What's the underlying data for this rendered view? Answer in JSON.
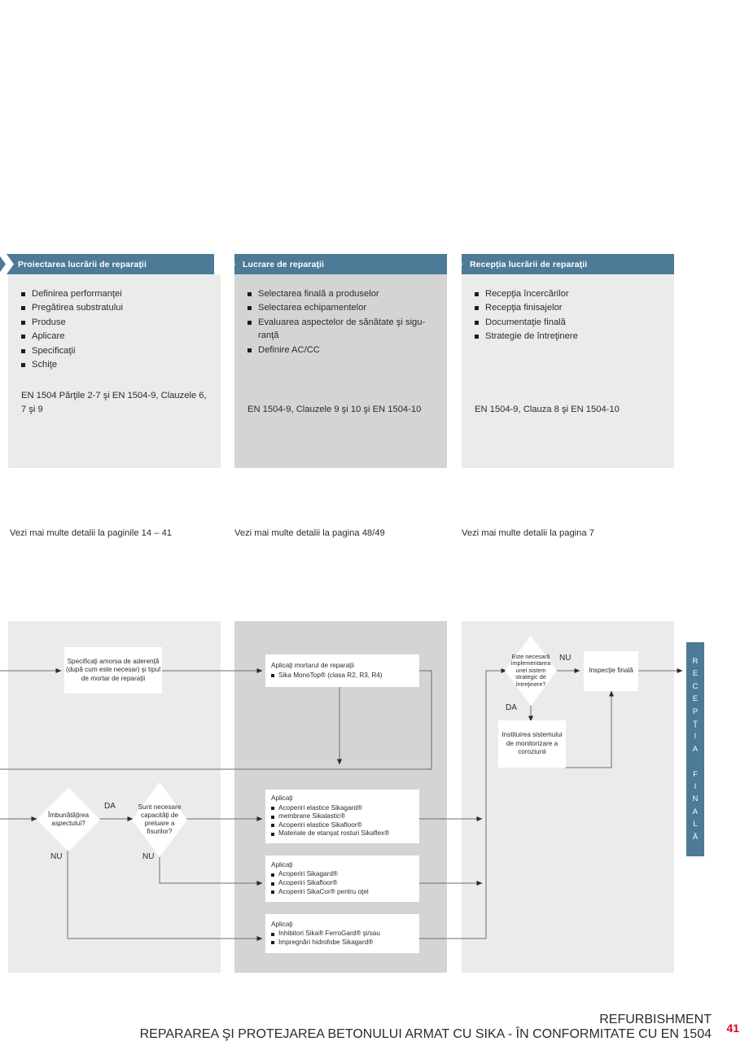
{
  "columns": [
    {
      "header": "Proiectarea lucrării de reparaţii",
      "items": [
        "Definirea performanţei",
        "Pregătirea substratului",
        "Produse",
        "Aplicare",
        "Specificaţii",
        "Schiţe"
      ],
      "standard_ref": "EN 1504 Părţile 2-7 şi EN 1504-9, Clauzele 6, 7 şi 9",
      "see_more": "Vezi mai multe detalii la paginile 14 – 41"
    },
    {
      "header": "Lucrare de reparaţii",
      "items": [
        "Selectarea finală a produselor",
        "Selectarea echipamentelor",
        "Evaluarea aspectelor de sănătate şi sigu-ranţă",
        "Definire AC/CC"
      ],
      "standard_ref": "EN 1504-9, Clauzele 9 şi 10 şi EN 1504-10",
      "see_more": "Vezi mai multe detalii la pagina 48/49"
    },
    {
      "header": "Recepţia lucrării de reparaţii",
      "items": [
        "Recepţia încercărilor",
        "Recepţia finisajelor",
        "Documentaţie finală",
        "Strategie de întreţinere"
      ],
      "standard_ref": "EN 1504-9, Clauza 8 şi EN 1504-10",
      "see_more": "Vezi mai multe detalii la pagina 7"
    }
  ],
  "flowchart": {
    "nodes": {
      "bond_coat": "Specificaţi amorsa de aderenţă (după cum este necesar) şi tipul de mortar de reparaţii",
      "repair_mortar_lead": "Aplicaţi mortarul de reparaţii",
      "repair_mortar_items": [
        "Sika MonoTop® (clasa R2, R3, R4)"
      ],
      "improve_appearance": "Îmbunătăţirea aspectului?",
      "crack_bridging": "Sunt necesare capacităţi de preluare a fisurilor?",
      "elastic_lead": "Aplicaţi",
      "elastic_items": [
        "Acoperiri elastice Sikagard®",
        "membrane Sikalastic®",
        "Acoperiri elastice Sikafloor®",
        "Materiale de etanşat rosturi Sikaflex®"
      ],
      "coatings_lead": "Aplicaţi",
      "coatings_items": [
        "Acoperiri Sikagard®",
        "Acoperiri Sikafloor®",
        "Acoperiri SikaCor® pentru oţel"
      ],
      "inhibitors_lead": "Aplicaţi",
      "inhibitors_items": [
        "Inhibitori Sika® FerroGard® şi/sau",
        "Impregnări hidrofobe Sikagard®"
      ],
      "maintenance_decision": "Este necesară implementarea unei sistem strategic de întreţinere?",
      "corrosion_monitoring": "Instituirea sistemului de monitorizare a coroziunii",
      "final_inspection": "Inspecţie finală"
    },
    "edge_labels": {
      "da_1": "DA",
      "nu_1": "NU",
      "nu_2": "NU",
      "da_right": "DA",
      "nu_right": "NU"
    },
    "vertical_bar": [
      "R",
      "E",
      "C",
      "E",
      "P",
      "Ţ",
      "I",
      "A",
      "",
      "F",
      "I",
      "N",
      "A",
      "L",
      "Ă"
    ]
  },
  "footer": {
    "line1": "REFURBISHMENT",
    "line2": "REPARAREA ŞI PROTEJAREA BETONULUI ARMAT CU SIKA - ÎN CONFORMITATE CU EN 1504",
    "page_number": "41",
    "accent_color": "#e2001a"
  },
  "theme": {
    "header_bar": "#4d7a96",
    "panel_light": "#ebebeb",
    "panel_mid": "#d4d4d4",
    "node_fill": "#ffffff",
    "text": "#2b2b2b"
  }
}
